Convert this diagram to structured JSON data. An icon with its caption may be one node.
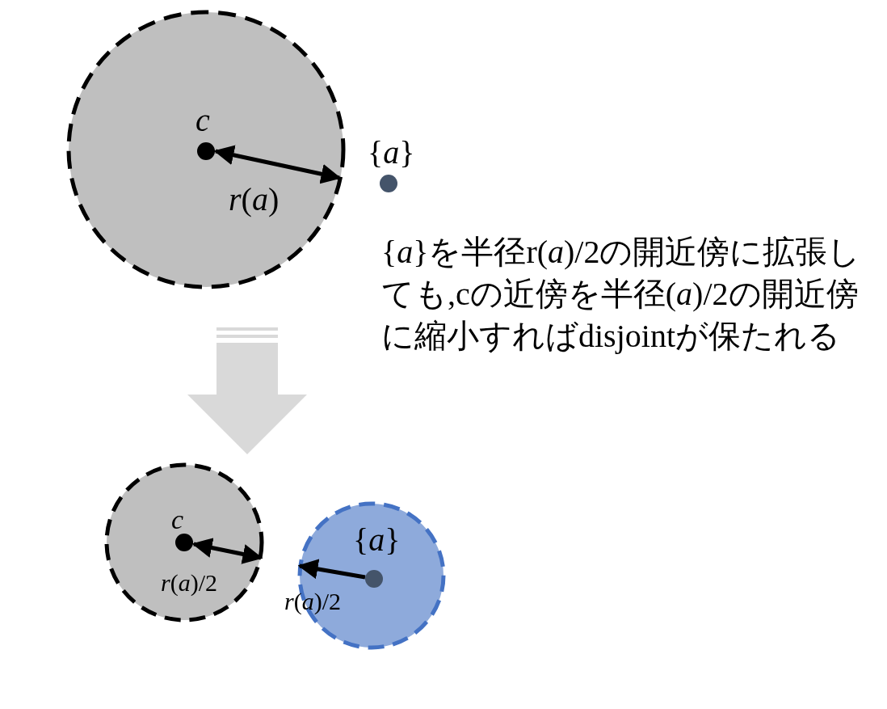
{
  "diagram": {
    "labels": [
      "c",
      "{*a*}",
      "*r*(*a*)",
      "{*a*}を半径r(*a*)/2の開近傍に拡張しても,cの近傍を半径(*a*)/2の開近傍に縮小すればdisjointが保たれる",
      "c",
      "{*a*}",
      "*r*(*a*)/2",
      "*r*(*a*)/2"
    ]
  }
}
